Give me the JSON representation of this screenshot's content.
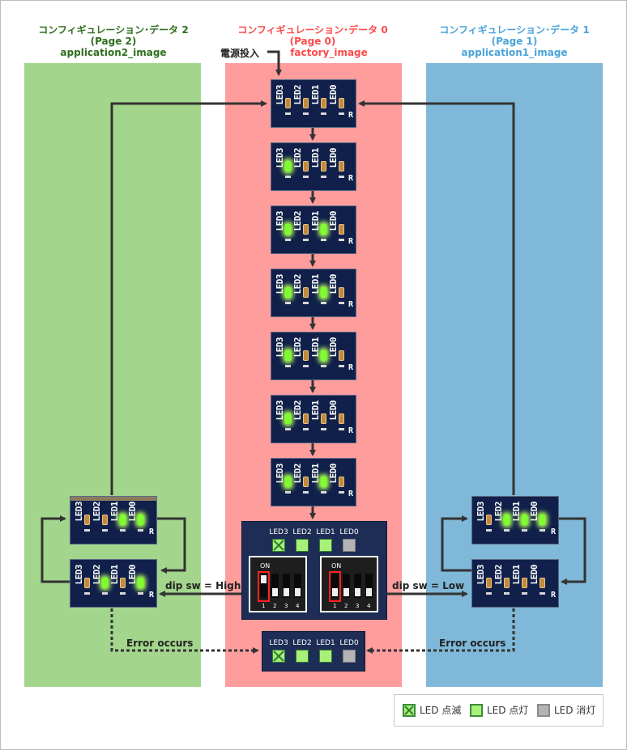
{
  "headers": {
    "left": {
      "title": "コンフィギュレーション･データ 2",
      "page": "(Page 2)",
      "image": "application2_image"
    },
    "mid": {
      "title": "コンフィギュレーション･データ 0",
      "page": "(Page 0)",
      "image": "factory_image"
    },
    "right": {
      "title": "コンフィギュレーション･データ 1",
      "page": "(Page 1)",
      "image": "application1_image"
    }
  },
  "power_label": "電源投入",
  "silk": {
    "led3": "LED3",
    "led2": "LED2",
    "led1": "LED1",
    "led0": "LED0",
    "r": "R"
  },
  "dip_left_label": "dip sw = High",
  "dip_right_label": "dip sw = Low",
  "error_left": "Error occurs",
  "error_right": "Error occurs",
  "panel": {
    "on": "ON",
    "n1": "1",
    "n2": "2",
    "n3": "3",
    "n4": "4"
  },
  "legend": {
    "blink": "LED 点滅",
    "lit": "LED 点灯",
    "off": "LED 消灯"
  },
  "colors": {
    "arrow": "#333333",
    "left_col": "#a3d58c",
    "mid_col": "#ff9d9d",
    "right_col": "#7fb8d8"
  }
}
